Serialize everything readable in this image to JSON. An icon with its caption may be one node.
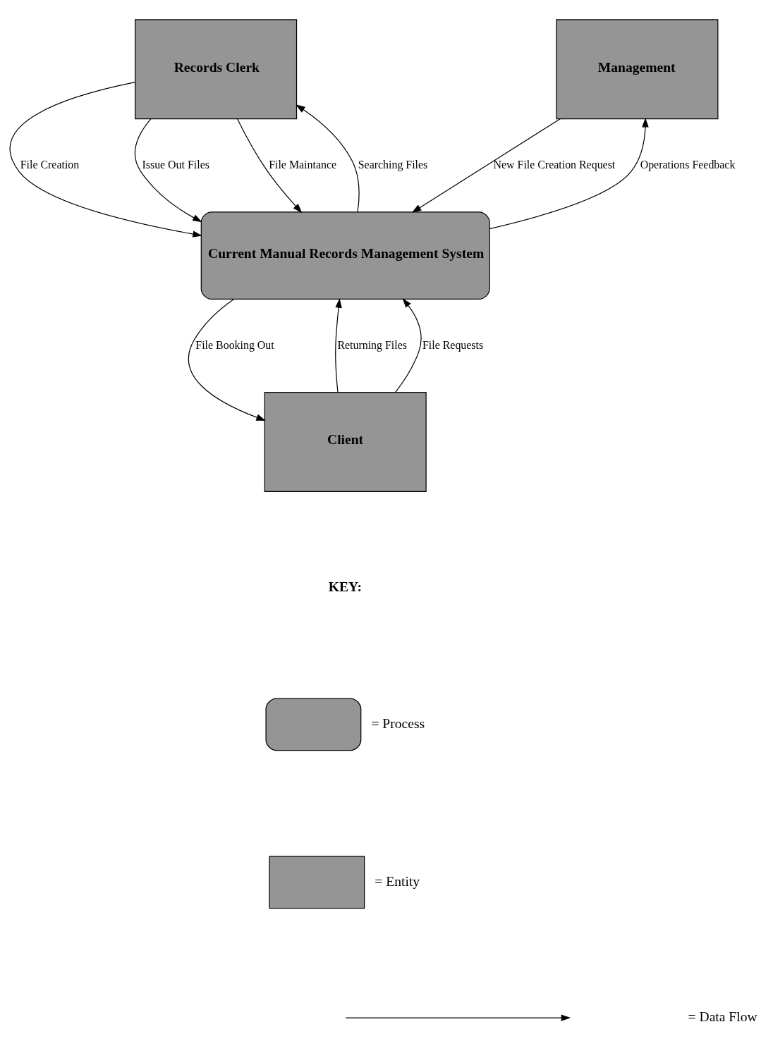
{
  "diagram": {
    "nodes": [
      {
        "text": [
          "Records Clerk"
        ]
      },
      {
        "text": [
          "Management"
        ]
      },
      {
        "text": [
          "Current Manual Records Management System"
        ]
      },
      {
        "text": [
          "Client"
        ]
      }
    ],
    "edges": [
      {
        "from": 0,
        "to": 2,
        "arrow": "to",
        "label": "File Creation"
      },
      {
        "from": 2,
        "to": 0,
        "arrow": "to",
        "label": "Searching Files"
      },
      {
        "from": 0,
        "to": 2,
        "arrow": "to",
        "label": "Issue Out Files"
      },
      {
        "from": 0,
        "to": 2,
        "arrow": "to",
        "label": "File Maintance"
      },
      {
        "from": 1,
        "to": 2,
        "arrow": "to",
        "label": "New File Creation Request"
      },
      {
        "from": 2,
        "to": 1,
        "arrow": "to",
        "label": "Operations Feedback"
      },
      {
        "from": 2,
        "to": 3,
        "arrow": "to",
        "label": "File Booking Out"
      },
      {
        "from": 3,
        "to": 2,
        "arrow": "to",
        "label": "Returning Files"
      },
      {
        "from": 3,
        "to": 2,
        "arrow": "to",
        "label": "File Requests"
      }
    ],
    "labels": [
      "KEY:"
    ],
    "legend": [
      {
        "text": "= Process"
      },
      {
        "text": "= Entity"
      },
      {
        "text": "= Data Flow"
      }
    ]
  }
}
